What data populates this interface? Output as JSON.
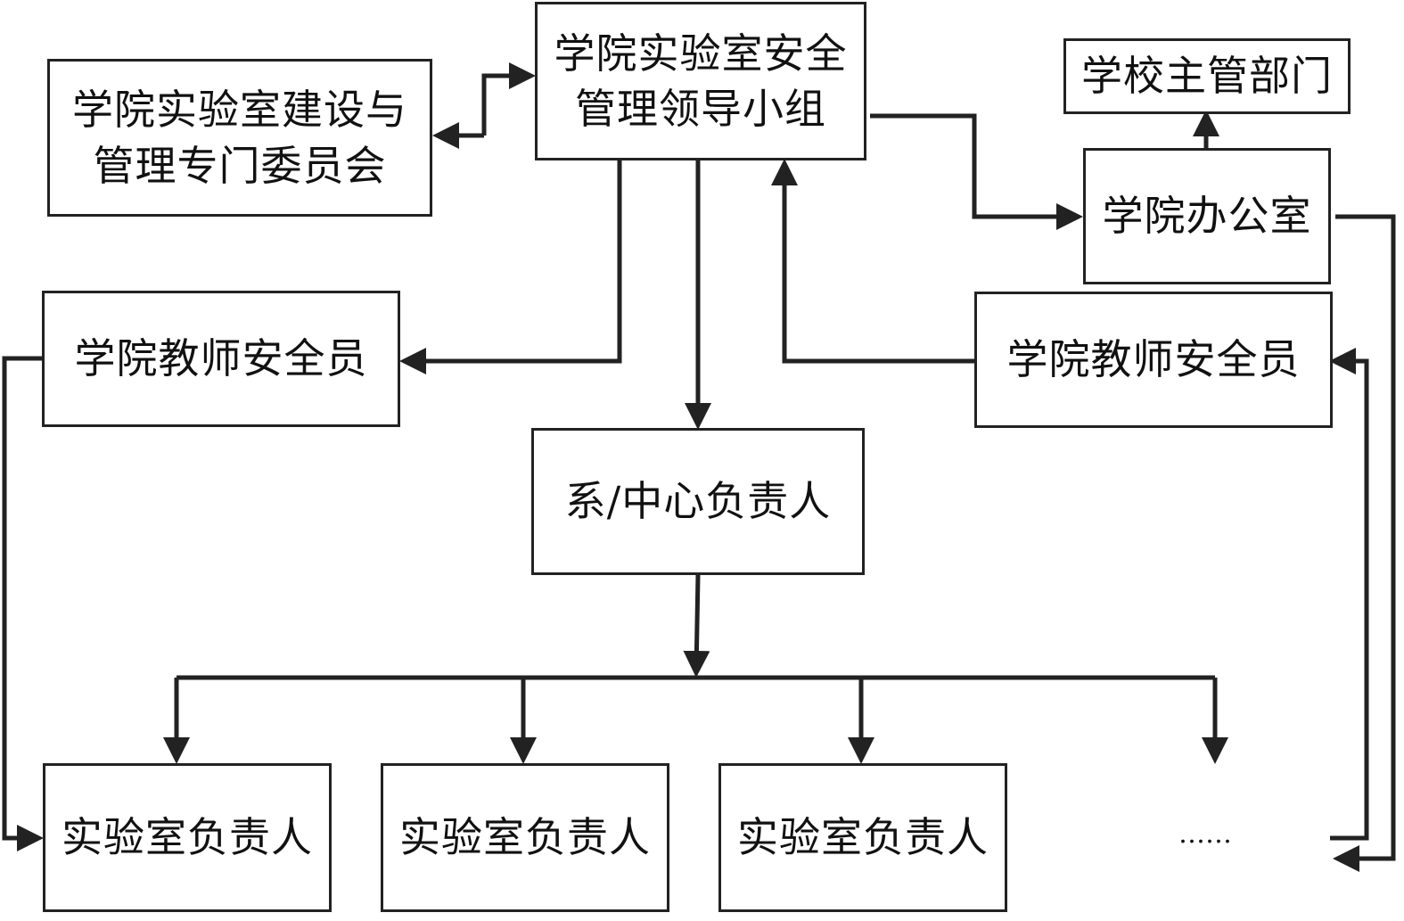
{
  "nodes": {
    "committee": "学院实验室建设与\n管理专门委员会",
    "leadership": "学院实验室安全\n管理领导小组",
    "school_dept": "学校主管部门",
    "office": "学院办公室",
    "safety_officer_left": "学院教师安全员",
    "safety_officer_right": "学院教师安全员",
    "dept_head": "系/中心负责人",
    "lab_head_1": "实验室负责人",
    "lab_head_2": "实验室负责人",
    "lab_head_3": "实验室负责人",
    "more": "……"
  }
}
